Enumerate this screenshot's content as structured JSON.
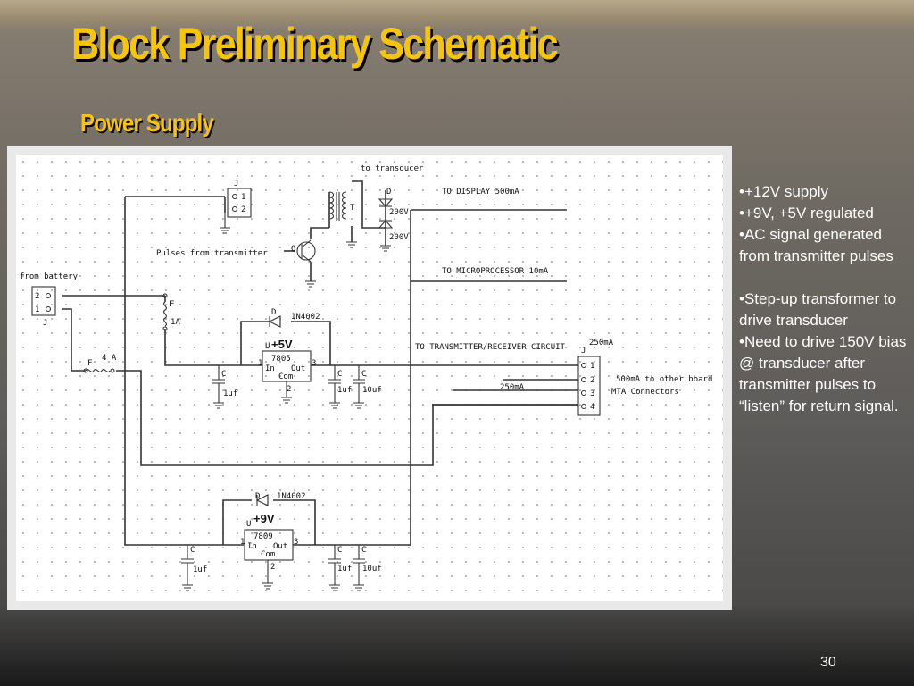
{
  "title": "Block Preliminary Schematic",
  "subtitle": "Power Supply",
  "bullets": [
    "•+12V supply",
    "•+9V, +5V regulated",
    "•AC signal generated from transmitter pulses",
    "",
    "•Step-up transformer to drive transducer",
    "•Need to drive 150V bias @ transducer after transmitter pulses to “listen” for return signal."
  ],
  "page_number": "30",
  "schematic": {
    "labels": {
      "to_transducer": "to transducer",
      "to_display": "TO DISPLAY  500mA",
      "pulses": "Pulses from transmitter",
      "from_battery": "from battery",
      "to_micro": "TO MICROPROCESSOR  10mA",
      "to_txrx": "TO TRANSMITTER/RECEIVER CIRCUIT",
      "ma250_top": "250mA",
      "ma250_mid": "250mA",
      "ma500_other": "500mA to other board",
      "mta": "MTA Connectors",
      "diode_5v": "1N4002",
      "diode_9v": "1N4002",
      "reg5_label": "+5V",
      "reg9_label": "+9V",
      "reg5_part": "7805",
      "reg9_part": "7809",
      "fuse_1a": "1A",
      "fuse_4a": "4 A",
      "v200_top": "200V",
      "v200_bot": "200V",
      "cap_1uf": "1uf",
      "cap_10uf": "10uf"
    }
  }
}
